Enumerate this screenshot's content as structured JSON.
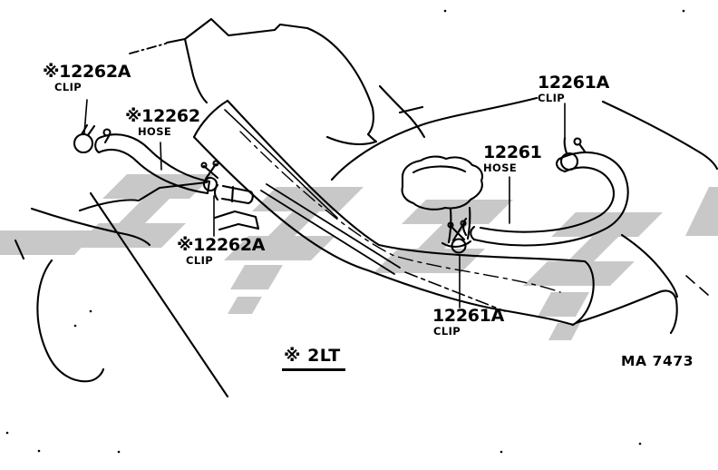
{
  "diagram": {
    "title": "Ventilation hose parts diagram",
    "figure_code": "MA 7473",
    "note": "※ 2LT",
    "colors": {
      "line": "#000000",
      "watermark": "#c8c8c8",
      "background": "#ffffff"
    },
    "callouts": [
      {
        "part_no": "※12262A",
        "part_name": "CLIP"
      },
      {
        "part_no": "※12262",
        "part_name": "HOSE"
      },
      {
        "part_no": "※12262A",
        "part_name": "CLIP"
      },
      {
        "part_no": "12261A",
        "part_name": "CLIP"
      },
      {
        "part_no": "12261",
        "part_name": "HOSE"
      },
      {
        "part_no": "12261A",
        "part_name": "CLIP"
      }
    ]
  }
}
